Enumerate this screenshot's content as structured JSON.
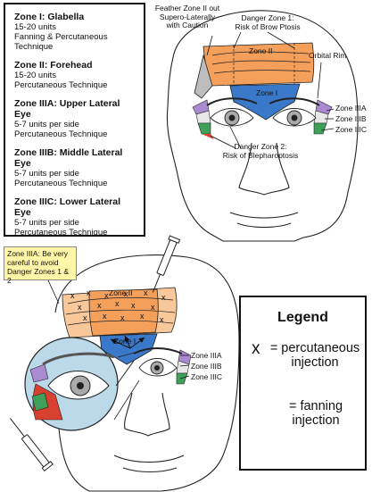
{
  "zone_descriptions": [
    {
      "title": "Zone I:  Glabella",
      "lines": [
        "15-20 units",
        "Fanning & Percutaneous",
        "Technique"
      ]
    },
    {
      "title": "Zone II:  Forehead",
      "lines": [
        "15-20 units",
        "Percutaneous Technique"
      ]
    },
    {
      "title": "Zone IIIA:  Upper Lateral Eye",
      "lines": [
        "5-7 units per side",
        "Percutaneous Technique"
      ]
    },
    {
      "title": "Zone IIIB:  Middle Lateral Eye",
      "lines": [
        "5-7 units per side",
        "Percutaneous Technique"
      ]
    },
    {
      "title": "Zone IIIC:  Lower Lateral Eye",
      "lines": [
        "5-7 units per side",
        "Percutaneous Technique"
      ]
    }
  ],
  "top_figure": {
    "feather_note": [
      "Feather Zone II out",
      "Supero-Laterally",
      "with Caution"
    ],
    "danger_zone_1": [
      "Danger Zone 1:",
      "Risk of Brow Ptosis"
    ],
    "orbital_rim": "Orbital Rim",
    "danger_zone_2": [
      "Danger Zone 2:",
      "Risk of Blepharoptosis"
    ],
    "zone_ii": "Zone II",
    "zone_i": "Zone I",
    "zone_iiia": "Zone IIIA",
    "zone_iiib": "Zone IIIB",
    "zone_iiic": "Zone IIIC"
  },
  "bottom_figure": {
    "callout": [
      "Zone IIIA:  Be very",
      "careful to avoid",
      "Danger Zones 1 & 2"
    ],
    "zone_ii": "Zone II",
    "zone_i": "Zone I",
    "zone_iiia": "Zone IIIA",
    "zone_iiib": "Zone IIIB",
    "zone_iiic": "Zone IIIC",
    "x_mark": "x"
  },
  "legend": {
    "title": "Legend",
    "x_symbol": "x",
    "x_text": [
      "= percutaneous",
      "injection"
    ],
    "fan_text": [
      "= fanning",
      "injection"
    ]
  },
  "colors": {
    "zone_i": "#3a78c9",
    "zone_ii": "#f5a05a",
    "zone_ii_light": "#f8c79a",
    "zone_iiia": "#a88bd1",
    "zone_iiib": "#e8e8e8",
    "zone_iiic": "#3fa05a",
    "red_zone": "#d8402f",
    "danger_gray": "#9a9a9a",
    "magnifier": "#bcd9ea",
    "callout_bg": "#fff6a8"
  }
}
